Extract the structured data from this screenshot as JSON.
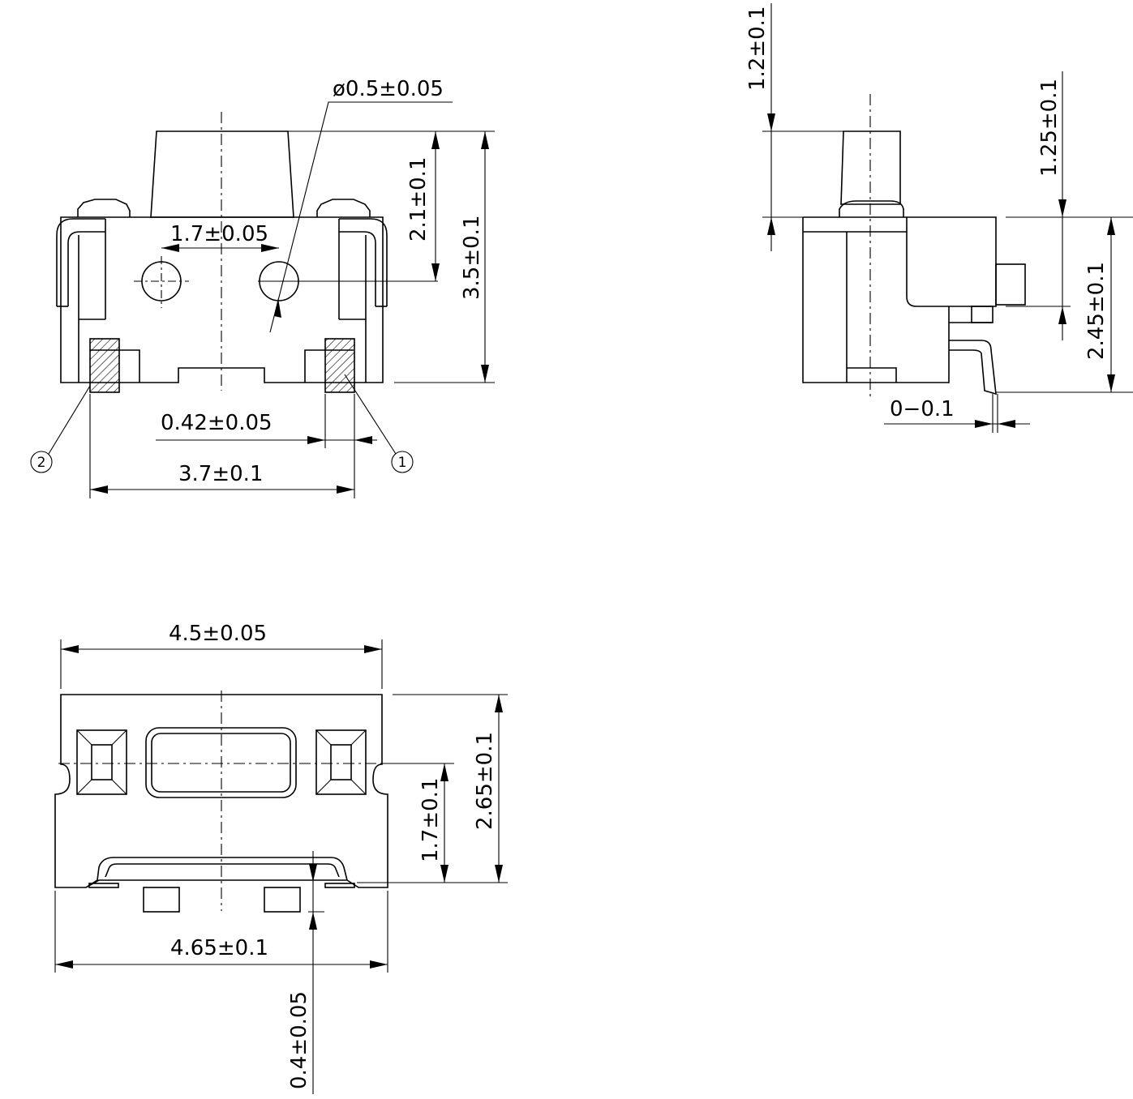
{
  "front_view": {
    "hole_diameter": "ø0.5±0.05",
    "hole_spacing": "1.7±0.05",
    "actuator_height": "2.1±0.1",
    "total_height": "3.5±0.1",
    "terminal_width": "0.42±0.05",
    "terminal_span": "3.7±0.1",
    "pin1_label": "1",
    "pin2_label": "2"
  },
  "side_view": {
    "actuator_height": "1.2±0.1",
    "top_offset": "1.25±0.1",
    "body_height": "2.45±0.1",
    "terminal_offset": "0−0.1"
  },
  "top_view": {
    "body_width": "4.5±0.05",
    "total_depth": "2.65±0.1",
    "pad_offset": "1.7±0.1",
    "overall_width": "4.65±0.1",
    "terminal_thickness": "0.4±0.05"
  }
}
